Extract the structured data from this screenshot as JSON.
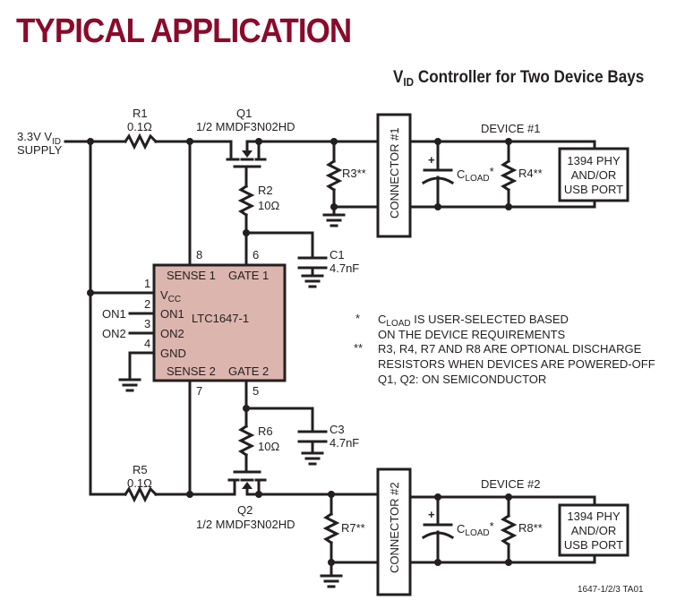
{
  "heading": "TYPICAL APPLICATION",
  "subtitle": {
    "main": "V",
    "sub": "ID",
    "rest": " Controller for Two Device Bays"
  },
  "colors": {
    "heading": "#8b0a2a",
    "ic_fill": "#dcb5ae",
    "wire": "#231f20"
  },
  "supply": {
    "line1": "3.3V V",
    "line1_sub": "ID",
    "line2": "SUPPLY"
  },
  "components": {
    "r1": {
      "ref": "R1",
      "value": "0.1Ω"
    },
    "r2": {
      "ref": "R2",
      "value": "10Ω"
    },
    "r3": {
      "ref": "R3**"
    },
    "r4": {
      "ref": "R4**"
    },
    "r5": {
      "ref": "R5",
      "value": "0.1Ω"
    },
    "r6": {
      "ref": "R6",
      "value": "10Ω"
    },
    "r7": {
      "ref": "R7**"
    },
    "r8": {
      "ref": "R8**"
    },
    "q1": {
      "ref": "Q1",
      "part": "1/2 MMDF3N02HD"
    },
    "q2": {
      "ref": "Q2",
      "part": "1/2 MMDF3N02HD"
    },
    "c1": {
      "ref": "C1",
      "value": "4.7nF"
    },
    "c3": {
      "ref": "C3",
      "value": "4.7nF"
    },
    "cload": {
      "main": "C",
      "sub": "LOAD",
      "suffix": "*"
    },
    "connector1": "CONNECTOR #1",
    "connector2": "CONNECTOR #2",
    "device1": "DEVICE #1",
    "device2": "DEVICE #2",
    "port": [
      "1394 PHY",
      "AND/OR",
      "USB PORT"
    ]
  },
  "ic": {
    "name": "LTC1647-1",
    "pins": {
      "sense1": "SENSE 1",
      "gate1": "GATE 1",
      "sense2": "SENSE 2",
      "gate2": "GATE 2",
      "vcc_main": "V",
      "vcc_sub": "CC",
      "on1": "ON1",
      "on2": "ON2",
      "gnd": "GND"
    },
    "pin_numbers": {
      "p1": "1",
      "p2": "2",
      "p3": "3",
      "p4": "4",
      "p5": "5",
      "p6": "6",
      "p7": "7",
      "p8": "8"
    },
    "inputs": {
      "on1": "ON1",
      "on2": "ON2"
    }
  },
  "notes": {
    "n1_mark": "*",
    "n1_main": "C",
    "n1_sub": "LOAD",
    "n1_rest": " IS USER-SELECTED BASED",
    "n1_line2": "ON THE DEVICE REQUIREMENTS",
    "n2_mark": "**",
    "n2_line1": "R3, R4, R7 AND R8 ARE OPTIONAL DISCHARGE",
    "n2_line2": "RESISTORS WHEN DEVICES ARE POWERED-OFF",
    "n3": "Q1, Q2: ON SEMICONDUCTOR"
  },
  "figure_id": "1647-1/2/3 TA01"
}
